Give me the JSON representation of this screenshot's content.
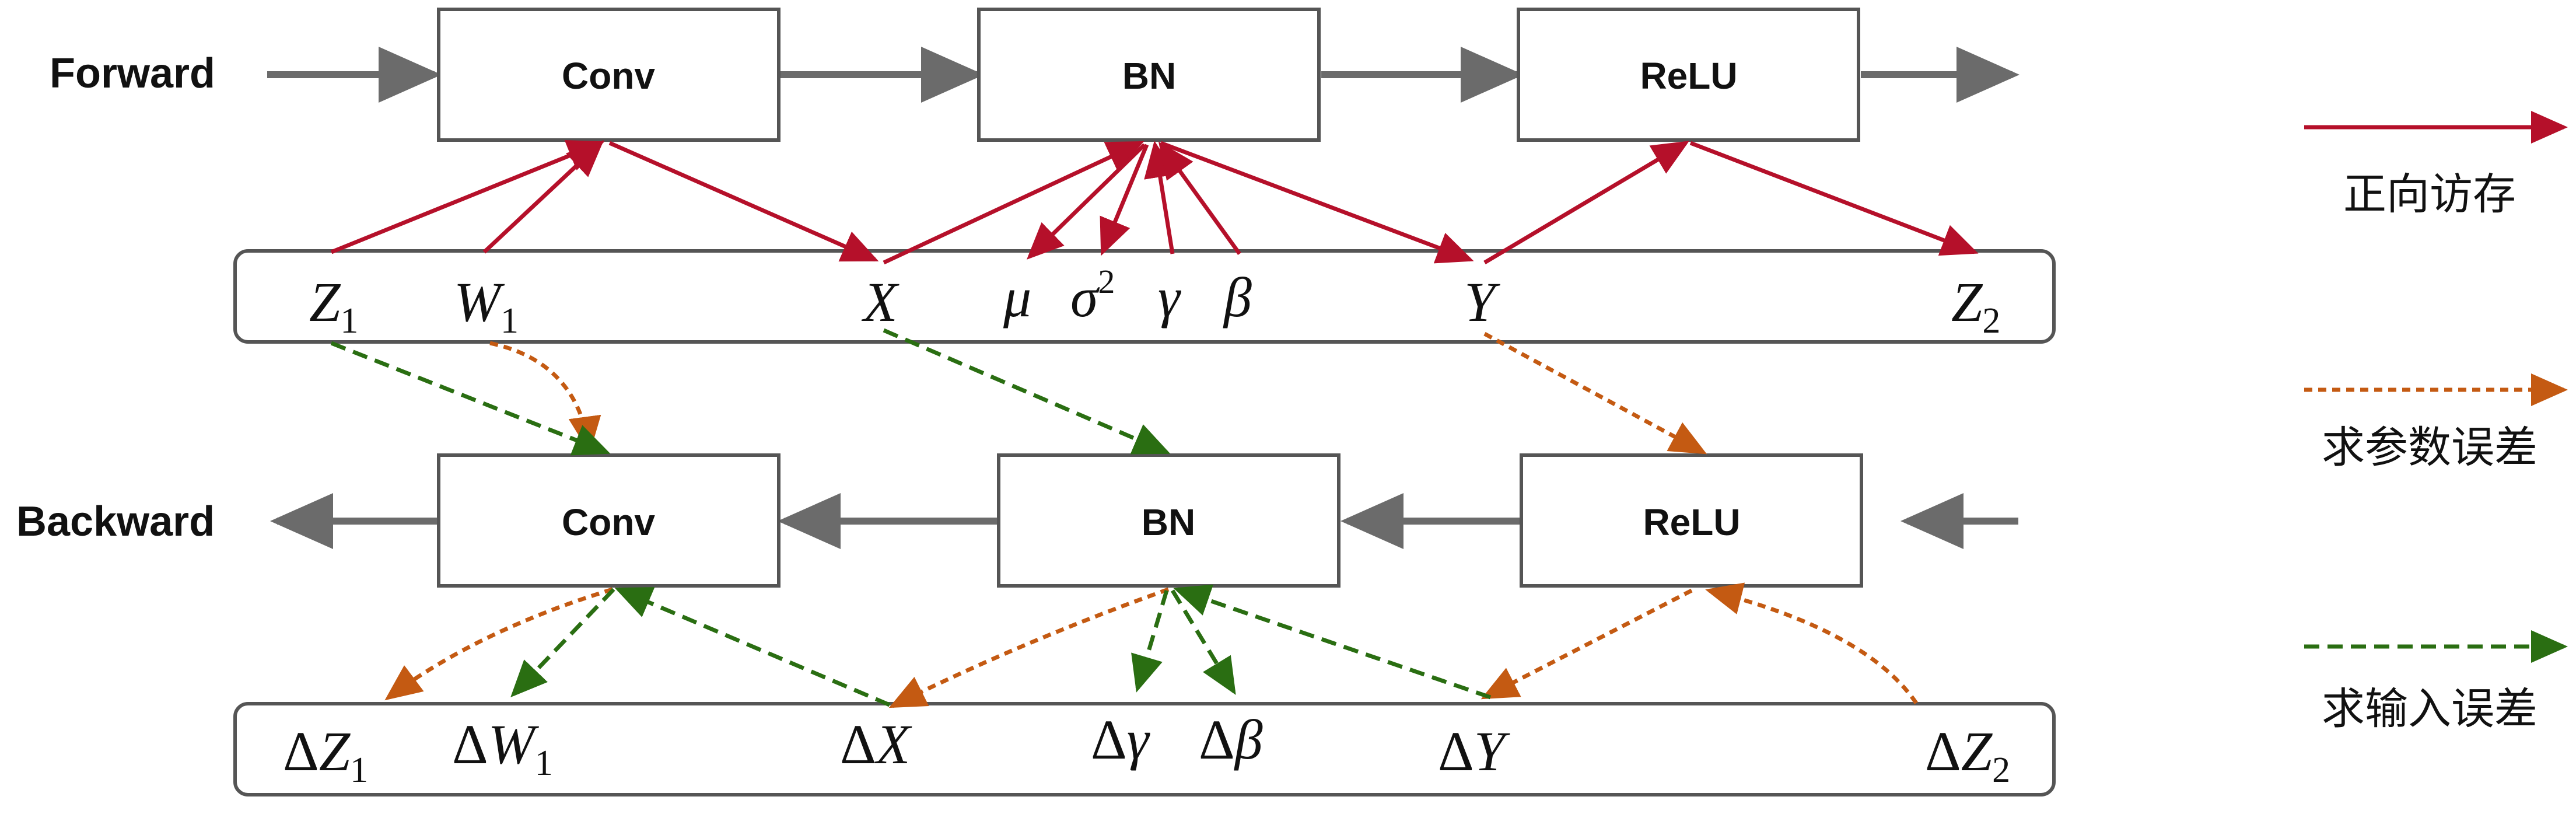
{
  "rows": {
    "forward": "Forward",
    "backward": "Backward"
  },
  "forward_boxes": [
    "Conv",
    "BN",
    "ReLU"
  ],
  "backward_boxes": [
    "Conv",
    "BN",
    "ReLU"
  ],
  "forward_vars": {
    "z1": {
      "base": "Z",
      "sub": "1"
    },
    "w1": {
      "base": "W",
      "sub": "1"
    },
    "x": {
      "base": "X"
    },
    "mu": {
      "base": "μ"
    },
    "sigma2": {
      "base": "σ",
      "sup": "2"
    },
    "gamma": {
      "base": "γ"
    },
    "beta": {
      "base": "β"
    },
    "y": {
      "base": "Y"
    },
    "z2": {
      "base": "Z",
      "sub": "2"
    }
  },
  "backward_vars": {
    "dz1": {
      "delta": "Δ",
      "base": "Z",
      "sub": "1"
    },
    "dw1": {
      "delta": "Δ",
      "base": "W",
      "sub": "1"
    },
    "dx": {
      "delta": "Δ",
      "base": "X"
    },
    "dgamma": {
      "delta": "Δ",
      "base": "γ"
    },
    "dbeta": {
      "delta": "Δ",
      "base": "β"
    },
    "dy": {
      "delta": "Δ",
      "base": "Y"
    },
    "dz2": {
      "delta": "Δ",
      "base": "Z",
      "sub": "2"
    }
  },
  "legend": [
    {
      "label": "正向访存",
      "color": "#b5102a",
      "style": "solid"
    },
    {
      "label": "求参数误差",
      "color": "#c45a12",
      "style": "dotted"
    },
    {
      "label": "求输入误差",
      "color": "#2a6e12",
      "style": "dashed"
    }
  ],
  "colors": {
    "flow_arrow": "#6b6b6b",
    "memory_access": "#b5102a",
    "param_error": "#c45a12",
    "input_error": "#2a6e12"
  }
}
